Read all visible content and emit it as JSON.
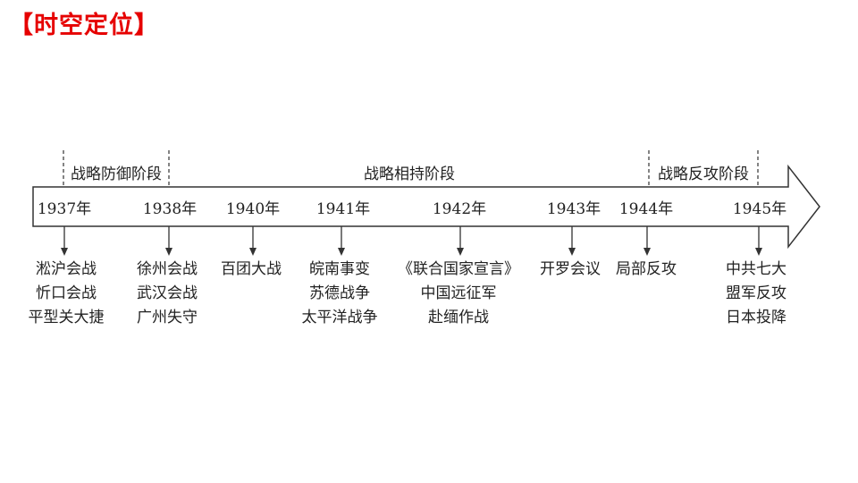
{
  "title": "【时空定位】",
  "stages": [
    {
      "label": "战略防御阶段"
    },
    {
      "label": "战略相持阶段"
    },
    {
      "label": "战略反攻阶段"
    }
  ],
  "years": [
    {
      "year": "1937年",
      "events": [
        "淞沪会战",
        "忻口会战",
        "平型关大捷"
      ]
    },
    {
      "year": "1938年",
      "events": [
        "徐州会战",
        "武汉会战",
        "广州失守"
      ]
    },
    {
      "year": "1940年",
      "events": [
        "百团大战"
      ]
    },
    {
      "year": "1941年",
      "events": [
        "皖南事变",
        "苏德战争",
        "太平洋战争"
      ]
    },
    {
      "year": "1942年",
      "events": [
        "《联合国家宣言》",
        "中国远征军",
        "赴缅作战"
      ]
    },
    {
      "year": "1943年",
      "events": [
        "开罗会议"
      ]
    },
    {
      "year": "1944年",
      "events": [
        "局部反攻"
      ]
    },
    {
      "year": "1945年",
      "events": [
        "中共七大",
        "盟军反攻",
        "日本投降"
      ]
    }
  ],
  "colors": {
    "title": "#e60000",
    "line": "#333333"
  }
}
